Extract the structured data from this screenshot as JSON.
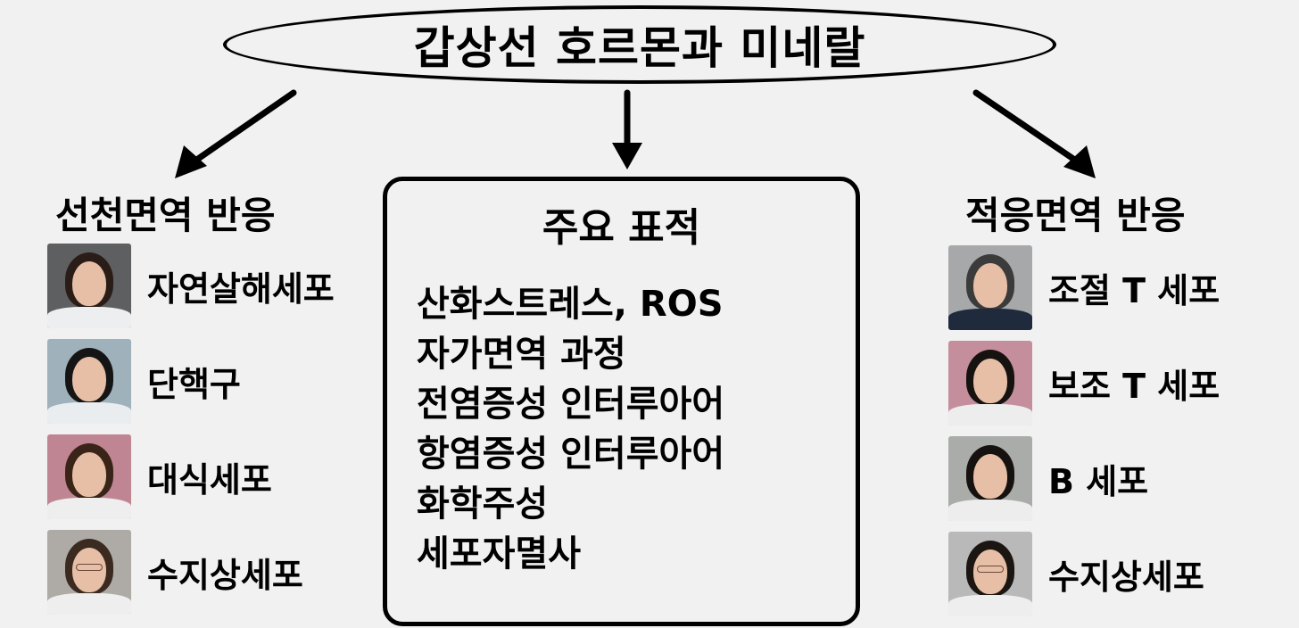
{
  "title": "갑상선 호르몬과 미네랄",
  "innate": {
    "heading": "선천면역 반응",
    "items": [
      {
        "label": "자연살해세포",
        "portrait": {
          "bg": "#5e5f60",
          "hair": "#2a1d17",
          "coat": "#eceeef",
          "glasses": false
        }
      },
      {
        "label": "단핵구",
        "portrait": {
          "bg": "#9fb1ba",
          "hair": "#151515",
          "coat": "#eaedf0",
          "glasses": false
        }
      },
      {
        "label": "대식세포",
        "portrait": {
          "bg": "#bf8593",
          "hair": "#3a2418",
          "coat": "#eeeeee",
          "glasses": false
        }
      },
      {
        "label": "수지상세포",
        "portrait": {
          "bg": "#aeaaa6",
          "hair": "#3a2a1f",
          "coat": "#eeeeee",
          "glasses": true
        }
      }
    ]
  },
  "targets": {
    "heading": "주요 표적",
    "items": [
      "산화스트레스, ROS",
      "자가면역 과정",
      "전염증성 인터루아어",
      "항염증성 인터루아어",
      "화학주성",
      "세포자멸사"
    ]
  },
  "adaptive": {
    "heading": "적응면역 반응",
    "items": [
      {
        "label": "조절 T 세포",
        "portrait": {
          "bg": "#a7a8aa",
          "hair": "#3b3b3b",
          "coat": "#1f2a3d",
          "glasses": false
        }
      },
      {
        "label": "보조 T 세포",
        "portrait": {
          "bg": "#c48e9c",
          "hair": "#161210",
          "coat": "#ededed",
          "glasses": false
        }
      },
      {
        "label": "B 세포",
        "portrait": {
          "bg": "#a9aca8",
          "hair": "#161210",
          "coat": "#ededed",
          "glasses": false
        }
      },
      {
        "label": "수지상세포",
        "portrait": {
          "bg": "#b9b9b9",
          "hair": "#1c1613",
          "coat": "#eeeeee",
          "glasses": true
        }
      }
    ]
  },
  "arrows": {
    "left": "arrow-down-left",
    "center": "arrow-down",
    "right": "arrow-down-right"
  },
  "colors": {
    "background": "#f1f1f1",
    "ink": "#000000"
  }
}
